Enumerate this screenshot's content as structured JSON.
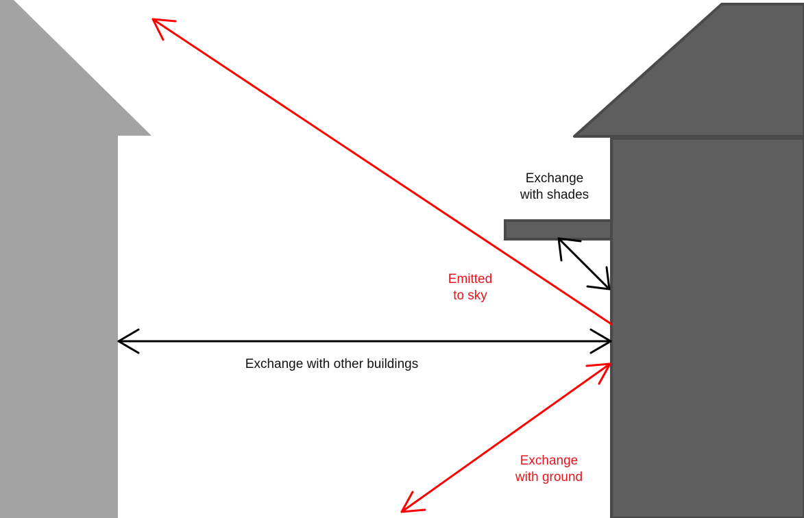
{
  "labels": {
    "shades": [
      "Exchange",
      "with shades"
    ],
    "sky": [
      "Emitted",
      "to sky"
    ],
    "buildings": "Exchange with other buildings",
    "ground": [
      "Exchange",
      "with ground"
    ]
  },
  "colors": {
    "left_building": "#a3a3a3",
    "right_building": "#5e5e5e",
    "right_outline": "#4a4a4a",
    "red_arrow": "#ff0000",
    "black_arrow": "#000000"
  }
}
